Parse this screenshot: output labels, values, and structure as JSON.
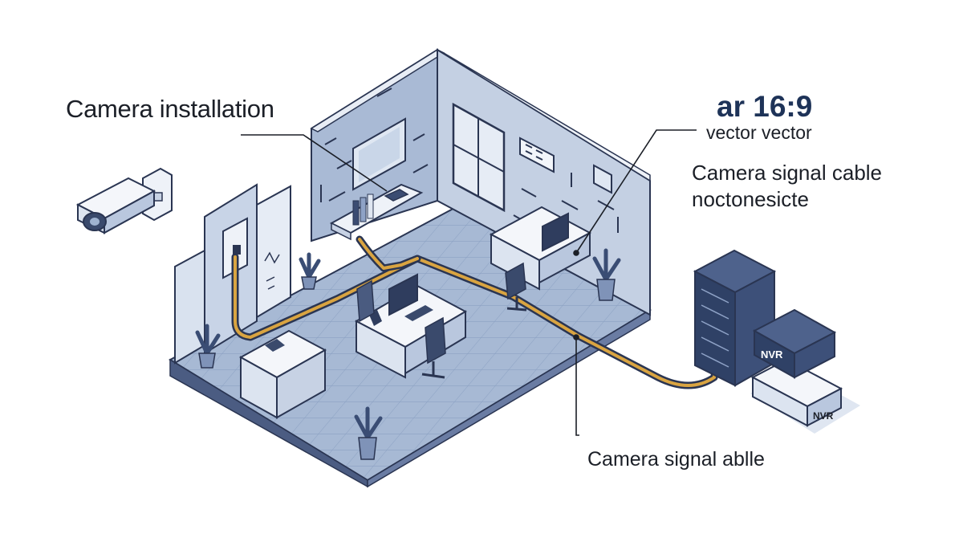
{
  "labels": {
    "camera_installation": "Camera installation",
    "aspect": "ar 16:9",
    "vector": "vector vector",
    "cable_line1": "Camera signal cable",
    "cable_line2": "noctonesicte",
    "cable_bottom": "Camera signal ablle"
  },
  "devices": {
    "nvr_top": "NVR",
    "nvr_bottom": "NVR"
  },
  "colors": {
    "floor": "#9fb3d0",
    "wall_back": "#a9bad5",
    "wall_left": "#c4d0e3",
    "edge": "#2a3552",
    "cable": "#d9a441",
    "rack": "#3a4d74",
    "nvr": "#2f4166"
  }
}
